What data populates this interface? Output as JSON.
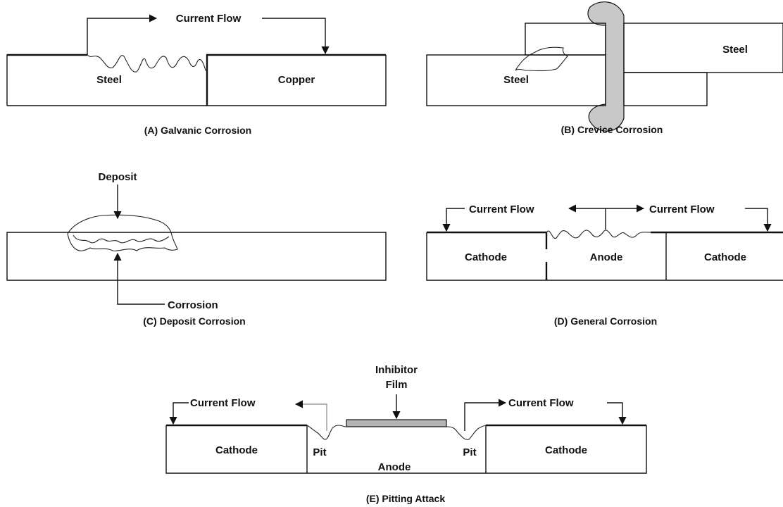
{
  "panel_a": {
    "caption": "(A) Galvanic Corrosion",
    "current_flow": "Current Flow",
    "steel": "Steel",
    "copper": "Copper"
  },
  "panel_b": {
    "caption": "(B) Crevice Corrosion",
    "steel_lower": "Steel",
    "steel_upper": "Steel",
    "gasket_color": "#c8c8c8"
  },
  "panel_c": {
    "caption": "(C) Deposit Corrosion",
    "deposit": "Deposit",
    "corrosion": "Corrosion"
  },
  "panel_d": {
    "caption": "(D) General Corrosion",
    "current_flow_left": "Current Flow",
    "current_flow_right": "Current Flow",
    "cathode_left": "Cathode",
    "anode": "Anode",
    "cathode_right": "Cathode"
  },
  "panel_e": {
    "caption": "(E) Pitting Attack",
    "inhibitor_line1": "Inhibitor",
    "inhibitor_line2": "Film",
    "current_flow_left": "Current Flow",
    "current_flow_right": "Current Flow",
    "cathode_left": "Cathode",
    "cathode_right": "Cathode",
    "pit_left": "Pit",
    "pit_right": "Pit",
    "anode": "Anode",
    "film_color": "#b4b4b4"
  }
}
